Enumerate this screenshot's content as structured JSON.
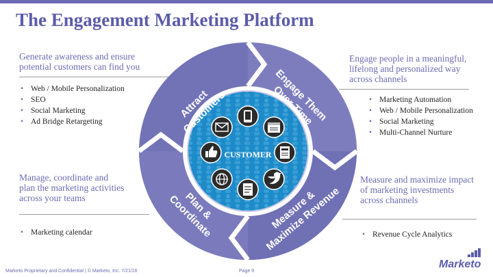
{
  "title": "The Engagement Marketing Platform",
  "hub": {
    "label": "CUSTOMER"
  },
  "segments": [
    {
      "id": "attract",
      "lines": [
        "Attract",
        "Customers"
      ]
    },
    {
      "id": "engage",
      "lines": [
        "Engage Them",
        "Over Time"
      ]
    },
    {
      "id": "measure",
      "lines": [
        "Measure &",
        "Maximize Revenue"
      ]
    },
    {
      "id": "plan",
      "lines": [
        "Plan &",
        "Coordinate"
      ]
    }
  ],
  "hub_icons": [
    "mobile-icon",
    "online-offline-icon",
    "html-page-icon",
    "twitter-icon",
    "document-icon",
    "globe-icon",
    "thumbs-up-icon",
    "email-icon"
  ],
  "panels": {
    "top_left": {
      "description": [
        "Generate awareness and ensure",
        "potential customers can find you"
      ],
      "items": [
        "Web / Mobile Personalization",
        "SEO",
        "Social Marketing",
        "Ad Bridge Retargeting"
      ]
    },
    "top_right": {
      "description": [
        "Engage people in a meaningful,",
        "lifelong and personalized way",
        "across channels"
      ],
      "items": [
        "Marketing Automation",
        "Web / Mobile Personalization",
        "Social Marketing",
        "Multi-Channel Nurture"
      ]
    },
    "bottom_left": {
      "description": [
        "Manage, coordinate and",
        "plan the marketing activities",
        "across your teams"
      ],
      "items": [
        "Marketing calendar"
      ]
    },
    "bottom_right": {
      "description": [
        "Measure and maximize impact",
        "of marketing investments",
        "across channels"
      ],
      "items": [
        "Revenue Cycle Analytics"
      ]
    }
  },
  "footer": {
    "left": "Marketo Proprietary and Confidential  |  © Marketo, Inc.  7/21/16",
    "page": "Page 9"
  },
  "brand": "Marketo",
  "colors": {
    "accent": "#6b6bb3",
    "ring": "#7878bb",
    "ring_dark": "#6464ad",
    "hub": "#1a8ac8",
    "icon_circle": "#2b2b2b"
  }
}
